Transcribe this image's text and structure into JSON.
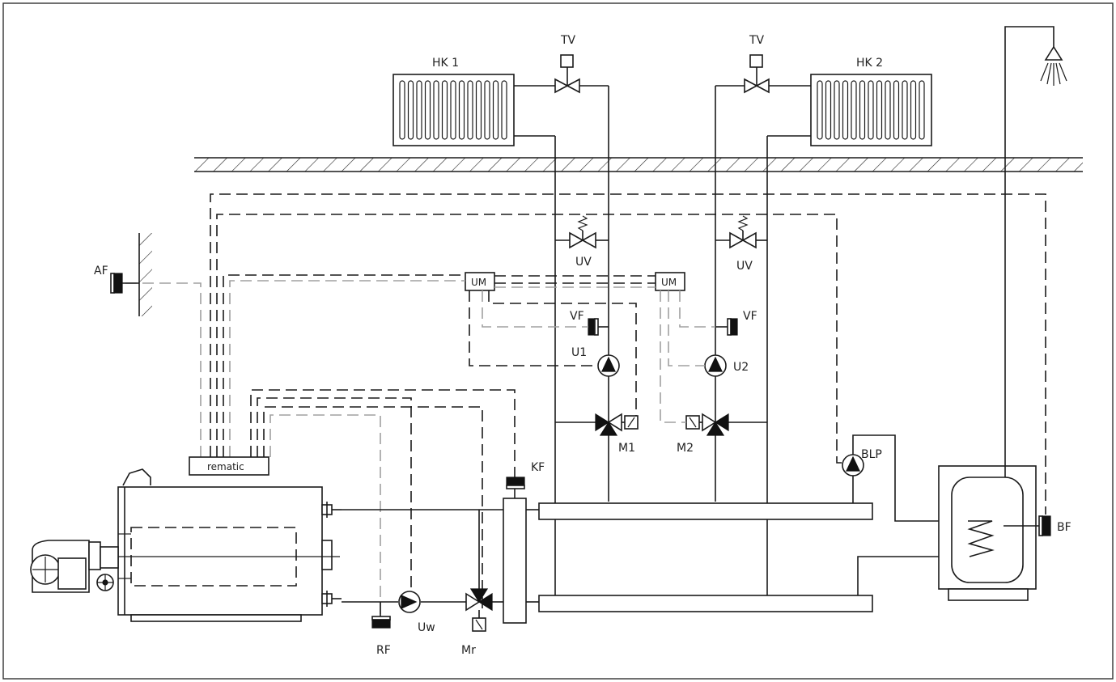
{
  "labels": {
    "hk1": "HK 1",
    "hk2": "HK 2",
    "tv1": "TV",
    "tv2": "TV",
    "uv1": "UV",
    "uv2": "UV",
    "um1": "UM",
    "um2": "UM",
    "vf1": "VF",
    "vf2": "VF",
    "u1": "U1",
    "u2": "U2",
    "m1": "M1",
    "m2": "M2",
    "af": "AF",
    "kf": "KF",
    "blp": "BLP",
    "bf": "BF",
    "rf": "RF",
    "uw": "Uw",
    "mr": "Mr",
    "rematic": "rematic"
  },
  "icons": [
    "radiator-icon",
    "thermostatic-valve-icon",
    "overflow-valve-icon",
    "pump-icon",
    "three-way-mixing-valve-icon",
    "actuator-motor-icon",
    "temperature-sensor-icon",
    "shower-head-icon",
    "burner-icon",
    "heat-exchanger-coil-icon",
    "hatched-wall-icon"
  ]
}
